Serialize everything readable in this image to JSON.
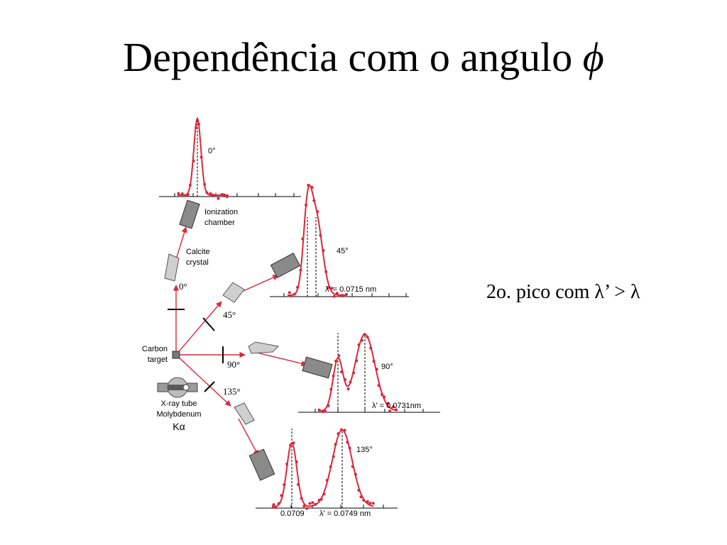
{
  "slide": {
    "title": "Dependência com o angulo",
    "title_symbol": "ϕ",
    "note": "2o. pico com λ’ > λ"
  },
  "apparatus": {
    "ionization_chamber_line1": "Ionization",
    "ionization_chamber_line2": "chamber",
    "calcite_line1": "Calcite",
    "calcite_line2": "crystal",
    "carbon_line1": "Carbon",
    "carbon_line2": "target",
    "tube_line1": "X-ray tube",
    "tube_line2": "Molybdenum",
    "tube_line3": "Kα",
    "angle_0": "0°",
    "angle_45": "45°",
    "angle_90": "90°",
    "angle_135": "135°"
  },
  "spectra": {
    "s0": {
      "label": "0°"
    },
    "s45": {
      "label": "45°",
      "wavelength_label": "λ' = 0.0715 nm"
    },
    "s90": {
      "label": "90°",
      "wavelength_label": "λ' = 0.0731nm"
    },
    "s135": {
      "label": "135°",
      "primary_label": "0.0709",
      "wavelength_label": "λ' = 0.0749 nm"
    }
  },
  "colors": {
    "beam": "#d8283c",
    "curve": "#d8283c",
    "dots": "#d8283c",
    "detector": "#8a8a8a",
    "crystal": "#c8c8c8"
  }
}
